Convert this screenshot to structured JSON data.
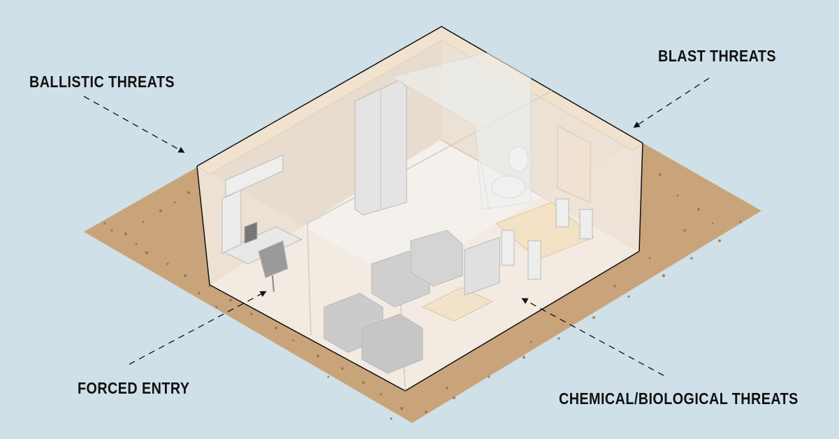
{
  "labels": {
    "ballistic": "BALLISTIC THREATS",
    "blast": "BLAST THREATS",
    "forced_entry": "FORCED ENTRY",
    "chem_bio": "CHEMICAL/BIOLOGICAL THREATS"
  },
  "colors": {
    "background": "#cfe0e8",
    "ground": "#c9a47a",
    "wall_tint": "#f2e6d8",
    "outline": "#111111"
  }
}
